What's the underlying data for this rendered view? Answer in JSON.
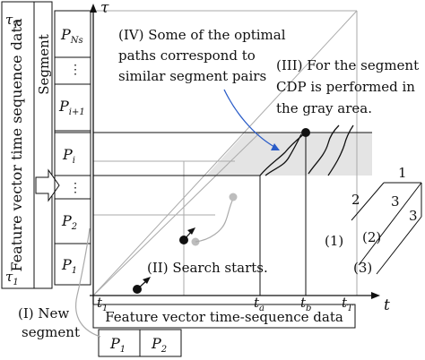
{
  "left_panel": {
    "axis_label": "Feature vector time sequence data",
    "tau_top": "τ",
    "tau_top_sub": "T",
    "tau_bottom": "τ",
    "tau_bottom_sub": "1",
    "segment_label": "Segment",
    "segments": [
      {
        "base": "P",
        "sub": "Ns"
      },
      {
        "base": "P",
        "sub": "i+1"
      },
      {
        "base": "P",
        "sub": "i"
      },
      {
        "base": "P",
        "sub": "2"
      },
      {
        "base": "P",
        "sub": "1"
      }
    ],
    "dots": "⋮"
  },
  "axes": {
    "tau": "τ",
    "t": "t",
    "ticks": [
      {
        "base": "t",
        "sub": "1"
      },
      {
        "base": "t",
        "sub": "a"
      },
      {
        "base": "t",
        "sub": "b"
      },
      {
        "base": "t",
        "sub": "T"
      }
    ]
  },
  "bottom_panel": {
    "label": "Feature vector time-sequence data",
    "segments": [
      {
        "base": "P",
        "sub": "1"
      },
      {
        "base": "P",
        "sub": "2"
      }
    ]
  },
  "annotations": {
    "iv_lines": [
      "(IV) Some of the optimal",
      "paths correspond to",
      "similar segment pairs"
    ],
    "iii_lines": [
      "(III) For the segment",
      "CDP is performed in",
      "the gray area."
    ],
    "ii": "(II) Search starts.",
    "i_lines": [
      "(I) New",
      "segment"
    ]
  },
  "inset": {
    "top": "1",
    "diag_labels": [
      "2",
      "3",
      "3"
    ],
    "row_labels": [
      "(1)",
      "(2)",
      "(3)"
    ]
  },
  "colors": {
    "blue_arrow": "#2a5cc8",
    "gray_area": "#e4e4e4"
  }
}
